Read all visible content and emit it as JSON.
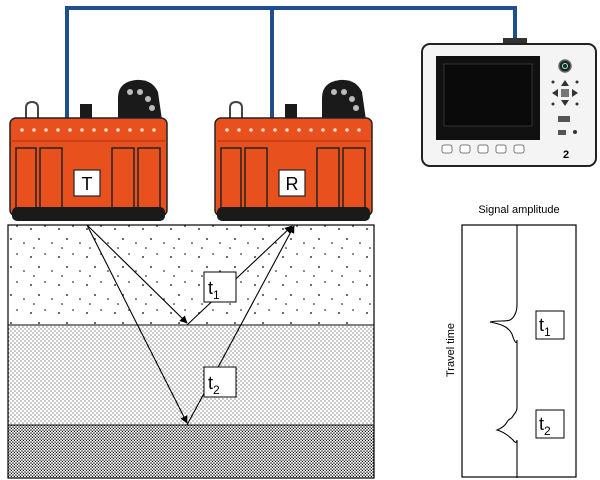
{
  "antennas": {
    "transmitter_label": "T",
    "receiver_label": "R"
  },
  "control_unit": {
    "unit_number": "2"
  },
  "ray_labels": {
    "t1": {
      "base": "t",
      "sub": "1"
    },
    "t2": {
      "base": "t",
      "sub": "2"
    }
  },
  "trace_panel": {
    "title": "Signal amplitude",
    "axis_label": "Travel time",
    "pulse1": {
      "base": "t",
      "sub": "1"
    },
    "pulse2": {
      "base": "t",
      "sub": "2"
    }
  },
  "colors": {
    "antenna_body": "#e8501e",
    "antenna_base": "#1a1a1a",
    "cable": "#1f4e8c",
    "layer_background": "#ffffff",
    "outline": "#000000"
  }
}
